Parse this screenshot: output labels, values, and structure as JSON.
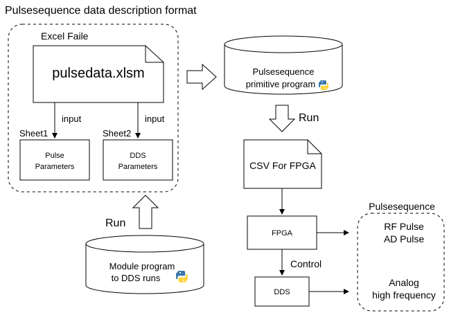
{
  "diagram": {
    "title": "Pulsesequence data  description format",
    "excel_group": {
      "label": "Excel Faile",
      "file_name": "pulsedata.xlsm",
      "input_label_1": "input",
      "input_label_2": "input",
      "sheet1_label": "Sheet1",
      "sheet2_label": "Sheet2",
      "sheet1_box": [
        "Pulse",
        "Parameters"
      ],
      "sheet2_box": [
        "DDS",
        "Parameters"
      ]
    },
    "primitive_program": {
      "lines": [
        "Pulsesequence",
        "primitive program"
      ],
      "icon": "python-icon"
    },
    "run_label_top": "Run",
    "csv_box": "CSV For FPGA",
    "fpga_box": "FPGA",
    "control_label": "Control",
    "dds_box": "DDS",
    "run_label_left": "Run",
    "module_program": {
      "lines": [
        "Module program",
        "to DDS runs"
      ],
      "icon": "python-icon"
    },
    "output_group": {
      "label": "Pulsesequence",
      "lines_top": [
        "RF Pulse",
        "AD Pulse"
      ],
      "lines_bottom": [
        "Analog",
        "high frequency"
      ]
    },
    "colors": {
      "stroke": "#000000",
      "background": "#ffffff",
      "python_blue": "#3b77a8",
      "python_yellow": "#ffd43b"
    }
  }
}
